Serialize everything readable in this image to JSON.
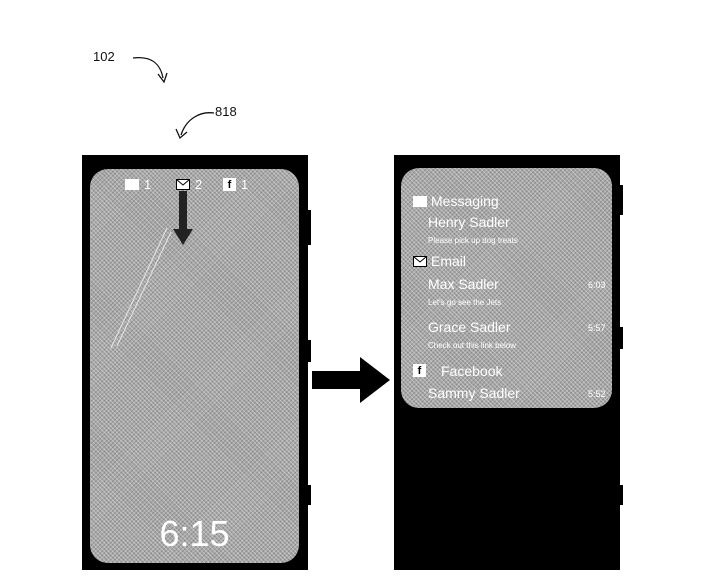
{
  "labels": {
    "figure_ref": "102",
    "device_ref": "818"
  },
  "lock_screen": {
    "indicators": [
      {
        "icon": "message-icon",
        "count": "1"
      },
      {
        "icon": "email-icon",
        "count": "2"
      },
      {
        "icon": "facebook-icon",
        "glyph": "f",
        "count": "1"
      }
    ],
    "time": "6:15"
  },
  "notifications": {
    "groups": [
      {
        "icon": "message-icon",
        "title": "Messaging",
        "items": [
          {
            "sender": "Henry Sadler",
            "preview": "Please pick up dog treats",
            "time": ""
          }
        ]
      },
      {
        "icon": "email-icon",
        "title": "Email",
        "items": [
          {
            "sender": "Max Sadler",
            "preview": "Let's go see the Jets",
            "time": "6:03"
          },
          {
            "sender": "Grace Sadler",
            "preview": "Check out this link below",
            "time": "5:57"
          }
        ]
      },
      {
        "icon": "facebook-icon",
        "glyph": "f",
        "title": "Facebook",
        "items": [
          {
            "sender": "Sammy Sadler",
            "preview": "",
            "time": "5:52"
          }
        ]
      }
    ]
  },
  "colors": {
    "device": "#000000",
    "screen": "#a8a8a8",
    "text": "#ffffff"
  }
}
